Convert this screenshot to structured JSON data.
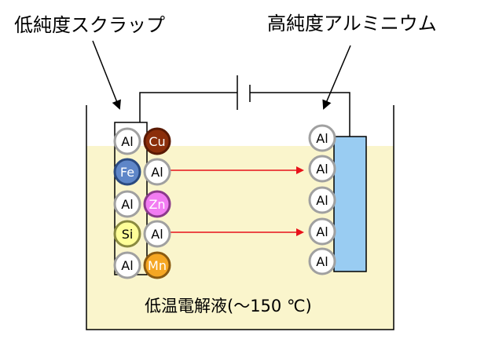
{
  "labels": {
    "scrap": "低純度スクラップ",
    "product": "高純度アルミニウム",
    "electrolyte": "低温電解液(～150 ℃)"
  },
  "colors": {
    "electrolyte_fill": "#FAF5CC",
    "cathode_fill": "#99CCF2",
    "arrow_red": "#E8121A",
    "line_black": "#000000"
  },
  "anode_particles": [
    {
      "symbol": "Al",
      "fill": "#FFFFFF",
      "stroke": "#A0A0A0",
      "text_color": "#000000"
    },
    {
      "symbol": "Cu",
      "fill": "#8B2E0B",
      "stroke": "#5A1A04",
      "text_color": "#FFFFFF"
    },
    {
      "symbol": "Fe",
      "fill": "#5E86C8",
      "stroke": "#2A4A80",
      "text_color": "#FFFFFF"
    },
    {
      "symbol": "Al",
      "fill": "#FFFFFF",
      "stroke": "#A0A0A0",
      "text_color": "#000000"
    },
    {
      "symbol": "Al",
      "fill": "#FFFFFF",
      "stroke": "#A0A0A0",
      "text_color": "#000000"
    },
    {
      "symbol": "Zn",
      "fill": "#F27CF2",
      "stroke": "#8B3A8B",
      "text_color": "#FFFFFF"
    },
    {
      "symbol": "Si",
      "fill": "#FFFF99",
      "stroke": "#8A8A40",
      "text_color": "#000000"
    },
    {
      "symbol": "Al",
      "fill": "#FFFFFF",
      "stroke": "#A0A0A0",
      "text_color": "#000000"
    },
    {
      "symbol": "Al",
      "fill": "#FFFFFF",
      "stroke": "#A0A0A0",
      "text_color": "#000000"
    },
    {
      "symbol": "Mn",
      "fill": "#F5A623",
      "stroke": "#8A5A10",
      "text_color": "#FFFFFF"
    }
  ],
  "cathode_particles": [
    {
      "symbol": "Al"
    },
    {
      "symbol": "Al"
    },
    {
      "symbol": "Al"
    },
    {
      "symbol": "Al"
    },
    {
      "symbol": "Al"
    }
  ]
}
